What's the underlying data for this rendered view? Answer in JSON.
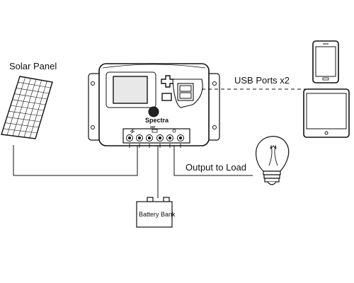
{
  "labels": {
    "solar_panel": "Solar Panel",
    "usb_ports": "USB Ports x2",
    "output_to_load": "Output to Load",
    "battery_bank": "Battery Bank",
    "controller_brand": "Spectra",
    "controller_model": "ssr"
  },
  "icons": [
    "solar-panel-icon",
    "charge-controller-icon",
    "battery-icon",
    "light-bulb-icon",
    "phone-icon",
    "tablet-icon"
  ],
  "colors": {
    "stroke": "#111111",
    "screen": "#e8e8e8",
    "background": "#ffffff"
  }
}
